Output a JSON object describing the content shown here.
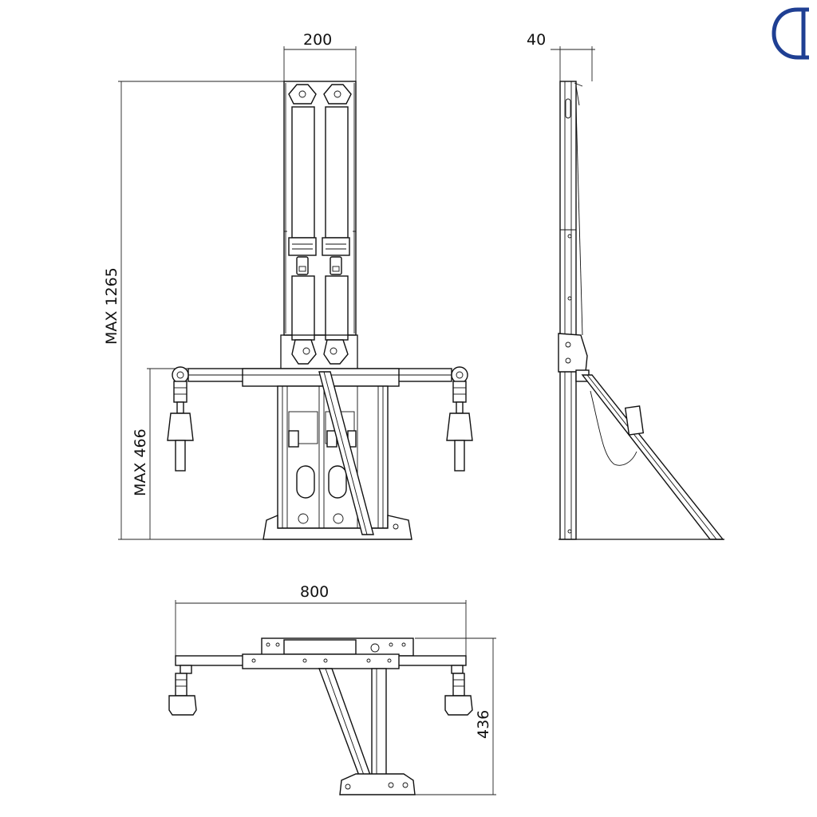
{
  "dimensions": {
    "front_width": "200",
    "side_depth": "40",
    "max_height": "MAX 1265",
    "max_base_height": "MAX 466",
    "top_width": "800",
    "top_depth": "436"
  },
  "colors": {
    "line": "#111111",
    "logo": "#1f3f93"
  },
  "icons": {
    "logo": "brand-logo-icon"
  }
}
